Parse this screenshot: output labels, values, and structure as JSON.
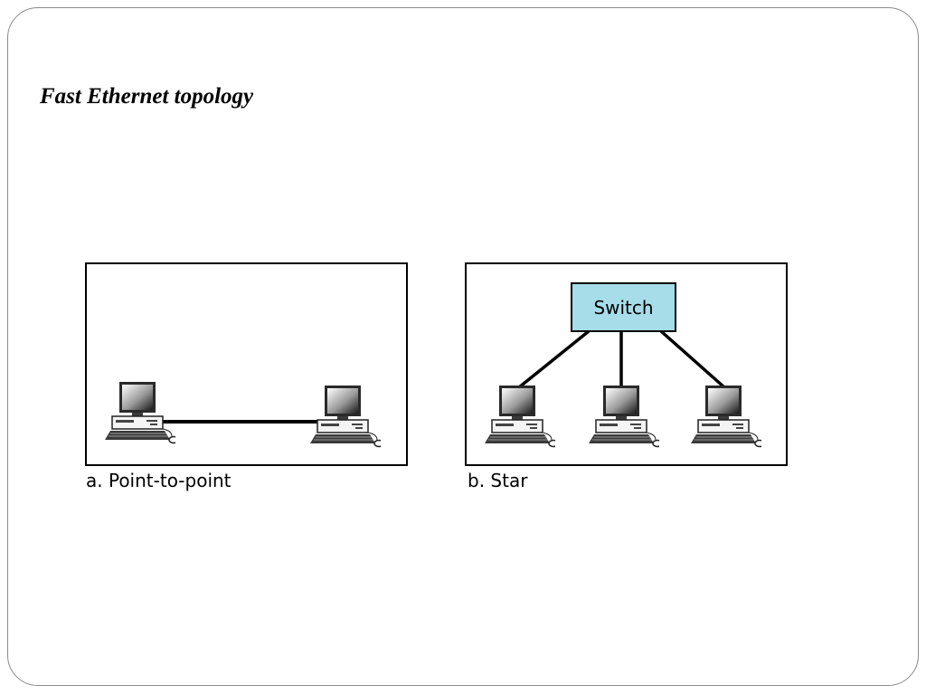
{
  "title": "Fast Ethernet topology",
  "panels": {
    "point_to_point": {
      "caption": "a. Point-to-point"
    },
    "star": {
      "caption": "b. Star",
      "switch_label": "Switch"
    }
  },
  "icons": [
    "computer-icon",
    "switch-box"
  ],
  "colors": {
    "switch_fill": "#a6dde9",
    "outline": "#000000"
  }
}
